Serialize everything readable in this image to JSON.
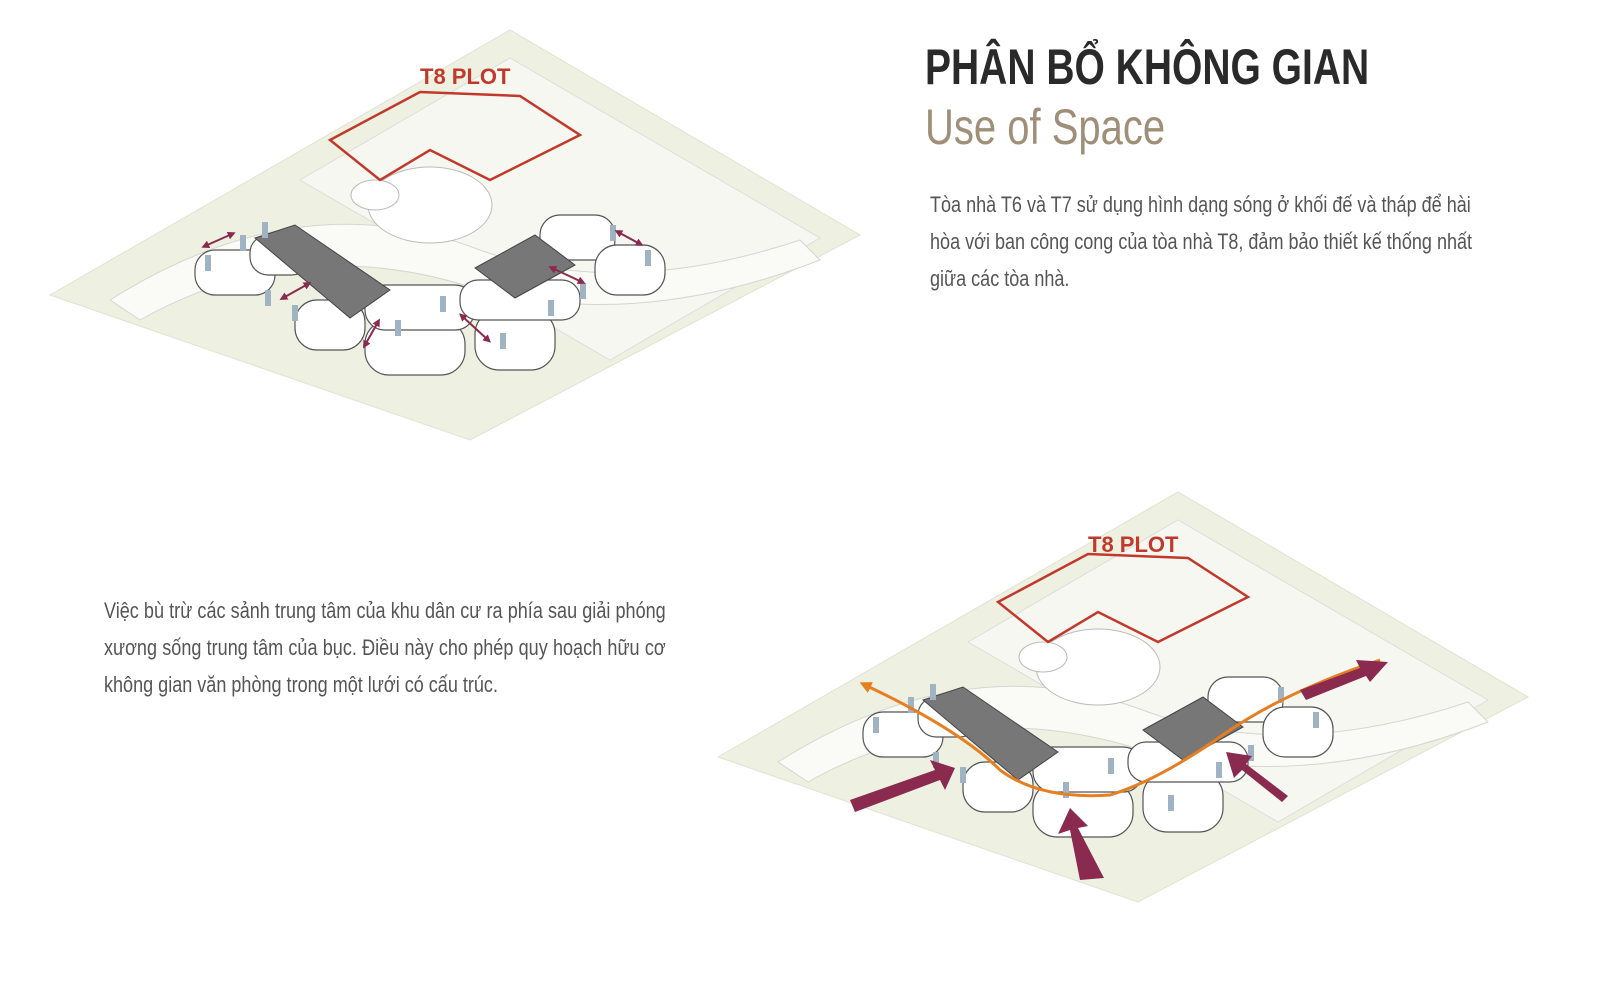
{
  "heading": {
    "title": "PHÂN BỔ KHÔNG GIAN",
    "subtitle": "Use of Space"
  },
  "description_top": "Tòa nhà T6 và T7 sử dụng hình dạng sóng ở khối đế và tháp để hài hòa với ban công cong của tòa nhà T8, đảm bảo thiết kế thống nhất giữa các tòa nhà.",
  "description_bottom": "Việc bù trừ các sảnh trung tâm của khu dân cư ra phía sau giải phóng xương sống trung tâm của bục. Điều này cho phép quy hoạch hữu cơ không gian văn phòng trong một lưới có cấu trúc.",
  "diagrams": [
    {
      "plot_label": "T8 PLOT"
    },
    {
      "plot_label": "T8 PLOT"
    }
  ],
  "colors": {
    "ground": "#eef1e2",
    "plot_outline": "#c0392b",
    "core_block": "#7a7a7a",
    "arrow": "#8a2a4e",
    "circulation": "#e67e22",
    "subtitle": "#a08f78"
  }
}
